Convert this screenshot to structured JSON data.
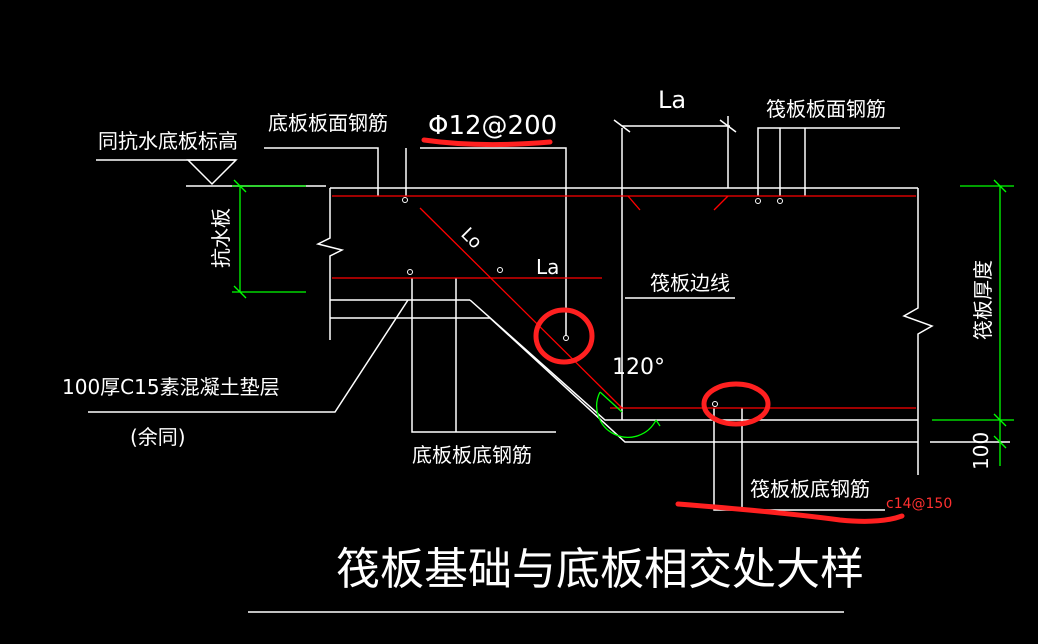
{
  "labels": {
    "anti_water_slab_elev": "同抗水底板标高",
    "slab_top_rebar_left": "底板板面钢筋",
    "rebar_spec_top": "Φ12@200",
    "la_top": "La",
    "raft_top_rebar": "筏板板面钢筋",
    "anti_water_slab": "抗水板",
    "lo_diagonal": "Lo",
    "la_mid": "La",
    "raft_edge_line": "筏板边线",
    "raft_thickness": "筏板厚度",
    "cushion_layer": "100厚C15素混凝土垫层",
    "cushion_same": "(余同)",
    "angle": "120°",
    "slab_bottom_rebar": "底板板底钢筋",
    "dim_100": "100",
    "raft_bottom_rebar": "筏板板底钢筋",
    "annotation_c14": "c14@150",
    "title": "筏板基础与底板相交处大样"
  },
  "colors": {
    "background": "#000000",
    "line": "#ffffff",
    "rebar": "#ff0000",
    "dimension": "#00ff00",
    "markup": "#ff2020"
  }
}
